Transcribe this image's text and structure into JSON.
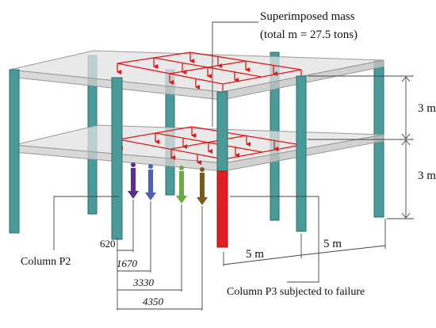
{
  "annotations": {
    "mass_title": "Superimposed mass",
    "mass_detail": "(total m = 27.5 tons)",
    "column_p2": "Column P2",
    "column_p3": "Column P3 subjected to failure"
  },
  "dimensions": {
    "story_height_upper": "3 m",
    "story_height_lower": "3 m",
    "bay_width_left": "5 m",
    "bay_width_right": "5 m"
  },
  "sensor_offsets": [
    {
      "label": "620",
      "italic": false,
      "color": "#5a2d91"
    },
    {
      "label": "1670",
      "italic": true,
      "color": "#4f5fb8"
    },
    {
      "label": "3330",
      "italic": true,
      "color": "#6aaa3f"
    },
    {
      "label": "4350",
      "italic": true,
      "color": "#7a5a1a"
    }
  ],
  "colors": {
    "column": "#4a9a9a",
    "column_dark": "#2f6f6f",
    "failed_column": "#e02020",
    "slab": "#d9d9d9",
    "load_grid": "#e01818"
  }
}
